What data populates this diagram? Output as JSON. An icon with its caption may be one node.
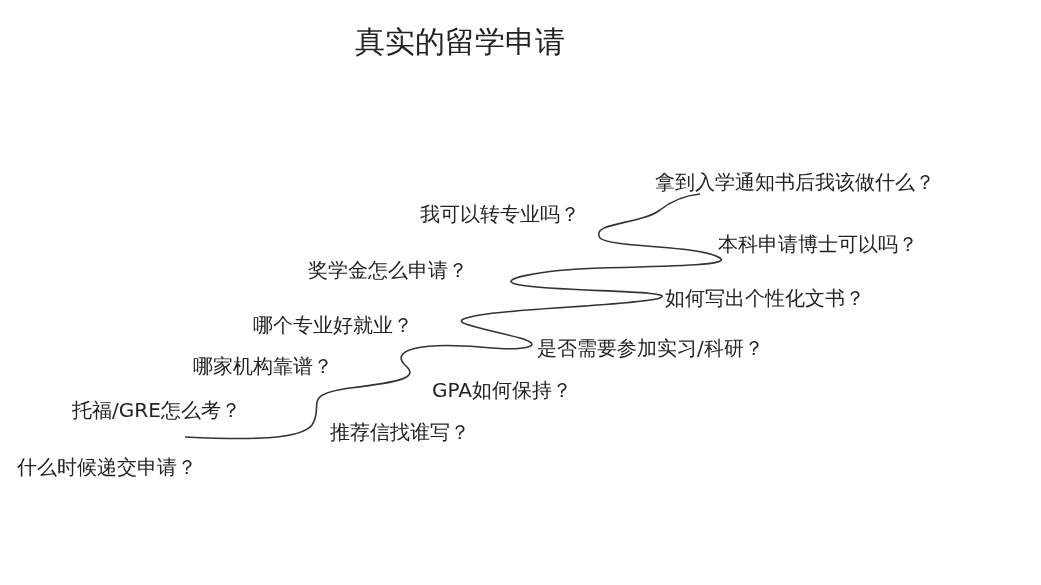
{
  "diagram": {
    "title": "真实的留学申请",
    "labels": [
      "拿到入学通知书后我该做什么？",
      "我可以转专业吗？",
      "本科申请博士可以吗？",
      "奖学金怎么申请？",
      "如何写出个性化文书？",
      "哪个专业好就业？",
      "是否需要参加实习/科研？",
      "哪家机构靠谱？",
      "GPA如何保持？",
      "托福/GRE怎么考？",
      "推荐信找谁写？",
      "什么时候递交申请？"
    ]
  }
}
